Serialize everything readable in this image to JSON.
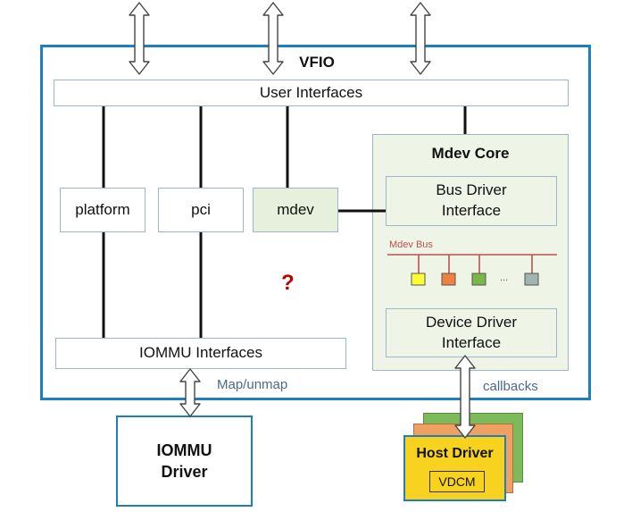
{
  "vfio": {
    "title": "VFIO"
  },
  "user_interfaces": "User Interfaces",
  "modules": {
    "platform": "platform",
    "pci": "pci",
    "mdev": "mdev"
  },
  "question_mark": "?",
  "iommu_interfaces": "IOMMU Interfaces",
  "map_unmap": "Map/unmap",
  "callbacks": "callbacks",
  "mdev_core": {
    "title": "Mdev Core",
    "bus_driver_line1": "Bus Driver",
    "bus_driver_line2": "Interface",
    "bus_label": "Mdev Bus",
    "ellipsis": "...",
    "device_driver_line1": "Device Driver",
    "device_driver_line2": "Interface"
  },
  "iommu_driver": {
    "line1": "IOMMU",
    "line2": "Driver"
  },
  "host_driver": {
    "title": "Host Driver",
    "vdcm": "VDCM"
  },
  "colors": {
    "vfio_border": "#1e7fc0",
    "mdev_core_fill": "#eef4e6",
    "mdev_fill": "#e6f0dc",
    "bus_line": "#c0504d",
    "question": "#c00000",
    "host_yellow": "#f7d21e",
    "host_orange": "#f0a060",
    "host_green": "#7dba5a",
    "slot_colors": [
      "#ffff33",
      "#f08040",
      "#7ab648",
      "#a0b4b0"
    ]
  }
}
